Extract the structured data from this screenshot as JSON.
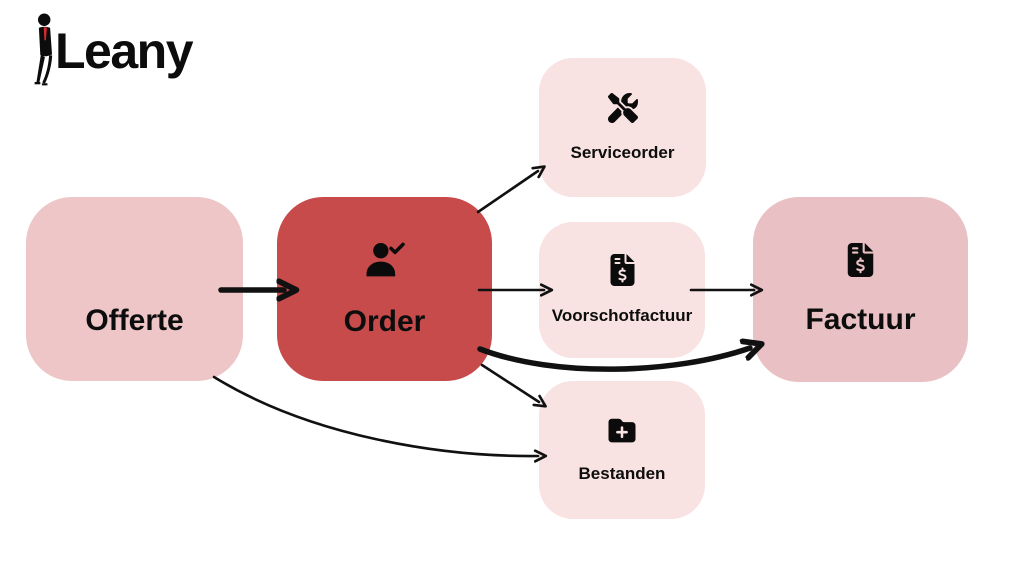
{
  "logo": {
    "brand": "Leany",
    "icon": "leaning-person-icon"
  },
  "colors": {
    "background": "#ffffff",
    "node_offerte": "#eec6c7",
    "node_order": "#c74b4b",
    "node_light": "#f8e2e2",
    "node_factuur": "#e9c0c3",
    "ink": "#111111",
    "tie_red": "#d6282d"
  },
  "diagram": {
    "nodes": [
      {
        "id": "offerte",
        "label": "Offerte",
        "icon": "quote-icon"
      },
      {
        "id": "order",
        "label": "Order",
        "icon": "user-check-icon"
      },
      {
        "id": "serviceorder",
        "label": "Serviceorder",
        "icon": "screwdriver-wrench-icon"
      },
      {
        "id": "voorschotfactuur",
        "label": "Voorschotfactuur",
        "icon": "file-invoice-dollar-icon"
      },
      {
        "id": "bestanden",
        "label": "Bestanden",
        "icon": "folder-plus-icon"
      },
      {
        "id": "factuur",
        "label": "Factuur",
        "icon": "file-invoice-dollar-icon"
      }
    ],
    "edges": [
      {
        "from": "offerte",
        "to": "order",
        "weight": "thick",
        "shape": "straight"
      },
      {
        "from": "order",
        "to": "serviceorder",
        "weight": "thin",
        "shape": "straight"
      },
      {
        "from": "order",
        "to": "voorschotfactuur",
        "weight": "thin",
        "shape": "straight"
      },
      {
        "from": "voorschotfactuur",
        "to": "factuur",
        "weight": "thin",
        "shape": "straight"
      },
      {
        "from": "order",
        "to": "factuur",
        "weight": "thick",
        "shape": "curved"
      },
      {
        "from": "order",
        "to": "bestanden",
        "weight": "thin",
        "shape": "straight"
      },
      {
        "from": "offerte",
        "to": "bestanden",
        "weight": "thin",
        "shape": "curved"
      }
    ]
  }
}
